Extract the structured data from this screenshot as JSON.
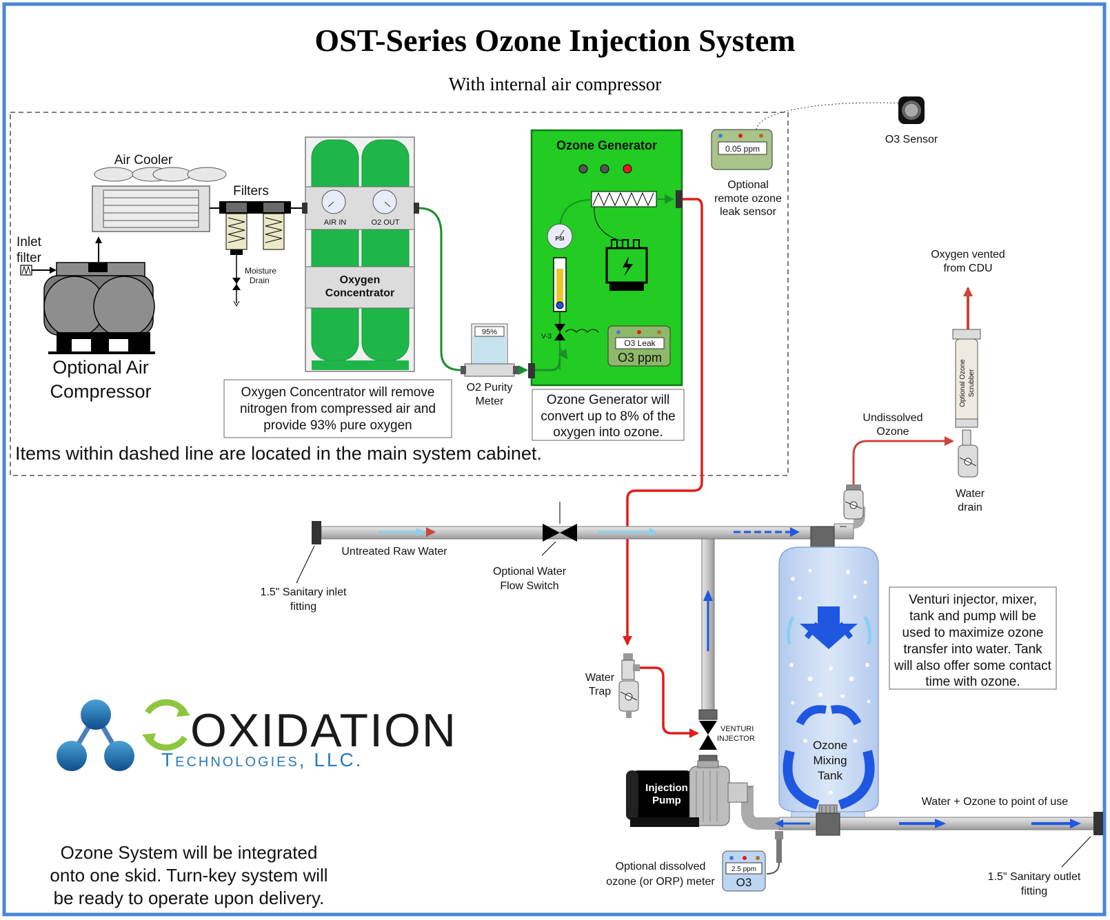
{
  "title": "OST-Series Ozone Injection System",
  "subtitle": "With internal air compressor",
  "cabinet_note": "Items within dashed line are located in the main system cabinet.",
  "compressor": {
    "inlet_filter_line1": "Inlet",
    "inlet_filter_line2": "filter",
    "label_line1": "Optional Air",
    "label_line2": "Compressor"
  },
  "air_cooler": "Air Cooler",
  "filters": "Filters",
  "moisture_drain_line1": "Moisture",
  "moisture_drain_line2": "Drain",
  "concentrator": {
    "gauge_in": "AIR IN",
    "gauge_out": "O2 OUT",
    "label_line1": "Oxygen",
    "label_line2": "Concentrator",
    "note_line1": "Oxygen Concentrator will remove",
    "note_line2": "nitrogen from compressed air and",
    "note_line3": "provide 93% pure oxygen"
  },
  "purity_meter": {
    "display": "95%",
    "label_line1": "O2 Purity",
    "label_line2": "Meter"
  },
  "generator": {
    "title": "Ozone Generator",
    "gauge_label": "PSI",
    "valve_label": "V-3",
    "leak_display": "O3 Leak",
    "leak_label": "O3 ppm",
    "note_line1": "Ozone Generator will",
    "note_line2": "convert up to 8% of the",
    "note_line3": "oxygen into ozone."
  },
  "remote_sensor": {
    "display": "0.05 ppm",
    "label_line1": "Optional",
    "label_line2": "remote ozone",
    "label_line3": "leak sensor"
  },
  "o3_sensor": "O3 Sensor",
  "vented": {
    "line1": "Oxygen vented",
    "line2": "from CDU"
  },
  "scrubber_line1": "Optional Ozone",
  "scrubber_line2": "Scrubber",
  "undissolved_line1": "Undissolved",
  "undissolved_line2": "Ozone",
  "water_drain_line1": "Water",
  "water_drain_line2": "drain",
  "raw_water": "Untreated Raw Water",
  "inlet_fitting_line1": "1.5\" Sanitary inlet",
  "inlet_fitting_line2": "fitting",
  "flow_switch_line1": "Optional Water",
  "flow_switch_line2": "Flow Switch",
  "water_trap_line1": "Water",
  "water_trap_line2": "Trap",
  "venturi_line1": "VENTURI",
  "venturi_line2": "INJECTOR",
  "pump_line1": "Injection",
  "pump_line2": "Pump",
  "tank_line1": "Ozone",
  "tank_line2": "Mixing",
  "tank_line3": "Tank",
  "venturi_note": {
    "line1": "Venturi injector, mixer,",
    "line2": "tank and pump will be",
    "line3": "used to maximize ozone",
    "line4": "transfer into water.  Tank",
    "line5": "will also offer some contact",
    "line6": "time with ozone."
  },
  "outlet_label": "Water + Ozone to point of use",
  "outlet_fitting_line1": "1.5\" Sanitary outlet",
  "outlet_fitting_line2": "fitting",
  "dissolved_meter": {
    "display": "2.5 ppm",
    "label": "O3",
    "desc_line1": "Optional dissolved",
    "desc_line2": "ozone (or ORP) meter"
  },
  "logo": {
    "name": "OXIDATION",
    "sub": "Technologies, LLC."
  },
  "skid_note": {
    "line1": "Ozone System will be integrated",
    "line2": "onto one skid.  Turn-key system will",
    "line3": "be ready to operate upon delivery."
  },
  "colors": {
    "border": "#4a86d8",
    "green_panel": "#22cc22",
    "oxygen_line": "#1a8f2a",
    "ozone_line": "#e21c1c",
    "vent_line": "#c9463a",
    "pipe": "#c8c8c8",
    "tank": "#c6d8f2",
    "flow_arrow": "#1f57e0"
  }
}
